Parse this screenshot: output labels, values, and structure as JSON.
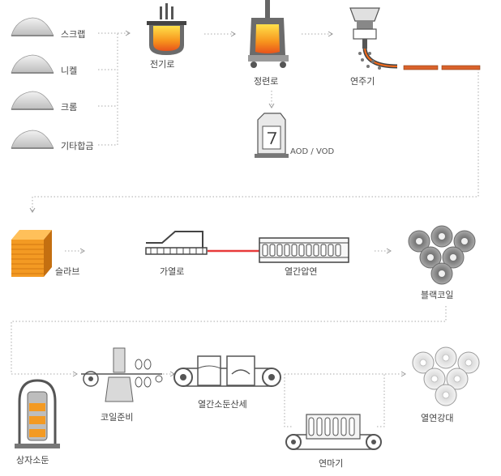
{
  "labels": {
    "scrap": "스크랩",
    "nickel": "니켈",
    "chrome": "크롬",
    "other_alloy": "기타합금",
    "eaf": "전기로",
    "refining": "정련로",
    "aod_vod": "AOD / VOD",
    "caster": "연주기",
    "slab": "슬라브",
    "reheat": "가열로",
    "hot_roll": "열간압연",
    "black_coil": "블랙코일",
    "bell_anneal": "상자소둔",
    "coil_prep": "코일준비",
    "hot_apl": "열간소둔산세",
    "grinder": "연마기",
    "hot_steel": "열연강대"
  },
  "colors": {
    "molten": "#f26a1b",
    "molten_light": "#ffd21f",
    "hot_strip": "#e83a3a",
    "slab_orange": "#f39a23",
    "metal_gray": "#bfbfbf",
    "flow_line": "#aaaaaa"
  }
}
